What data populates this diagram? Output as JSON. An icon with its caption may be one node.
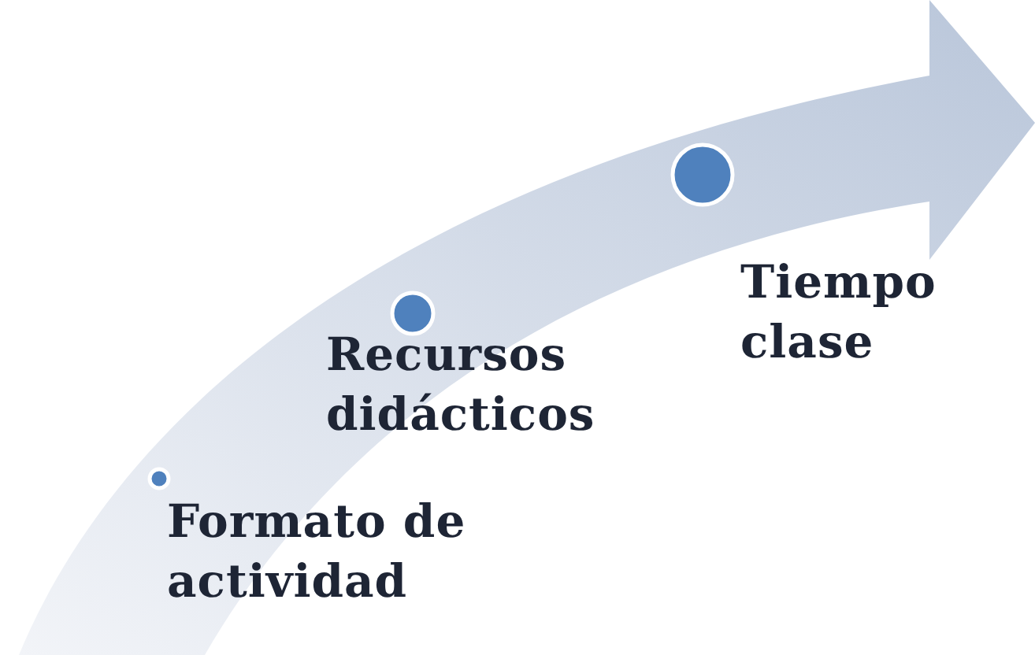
{
  "diagram": {
    "nodes": [
      {
        "text": [],
        "shape": "circle",
        "beside": [
          "Formato de actividad"
        ]
      },
      {
        "text": [],
        "shape": "circle",
        "beside": [
          "Recursos didácticos"
        ]
      },
      {
        "text": [],
        "shape": "circle",
        "beside": [
          "Tiempo clase"
        ]
      }
    ]
  }
}
